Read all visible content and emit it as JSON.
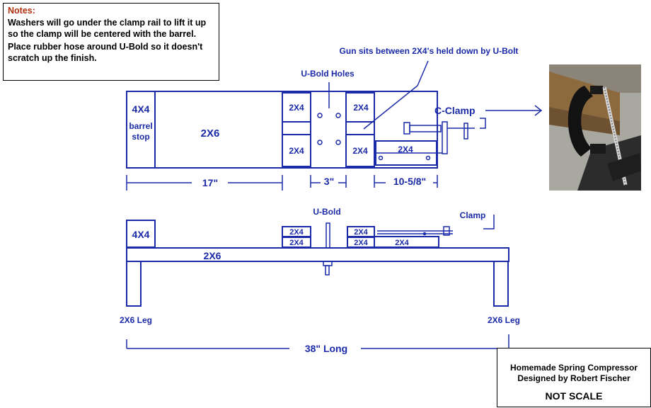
{
  "notes": {
    "title": "Notes:",
    "lines": [
      "Washers will go under the clamp rail to lift it up so the clamp will be centered with the barrel.",
      "Place rubber hose around U-Bold so it doesn't scratch up the finish."
    ]
  },
  "top_view": {
    "gun_note": "Gun sits between 2X4's held down by U-Bolt",
    "u_bold_holes": "U-Bold Holes",
    "block_4x4": "4X4",
    "barrel_stop_line1": "barrel",
    "barrel_stop_line2": "stop",
    "block_2x6": "2X6",
    "block_2x4": "2X4",
    "c_clamp": "C-Clamp",
    "dim_17": "17\"",
    "dim_3": "3\"",
    "dim_10": "10-5/8\""
  },
  "side_view": {
    "u_bold": "U-Bold",
    "clamp": "Clamp",
    "block_4x4": "4X4",
    "block_2x6": "2X6",
    "block_2x4": "2X4",
    "leg_left": "2X6 Leg",
    "leg_right": "2X6 Leg",
    "length": "38\" Long"
  },
  "credit": {
    "line1": "Homemade Spring Compressor",
    "line2": "Designed by Robert Fischer",
    "scale": "NOT SCALE"
  },
  "colors": {
    "ink": "#1a2aa8",
    "notes_title": "#b03010",
    "photo_bg": "#a8a8a0"
  },
  "icons": {
    "photo": "c-clamp-photo"
  }
}
